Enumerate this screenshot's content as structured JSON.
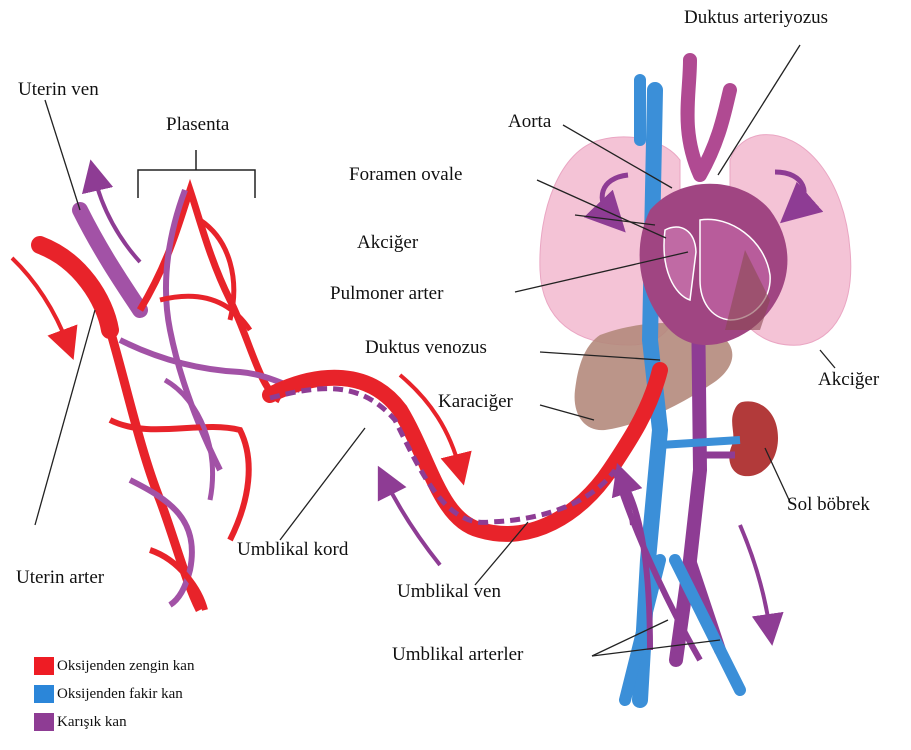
{
  "labels": {
    "duktus_arteriyozus": "Duktus arteriyozus",
    "uterin_ven": "Uterin ven",
    "plasenta": "Plasenta",
    "aorta": "Aorta",
    "foramen_ovale": "Foramen ovale",
    "akciger_left": "Akciğer",
    "pulmoner_arter": "Pulmoner arter",
    "duktus_venozus": "Duktus venozus",
    "karaciger": "Karaciğer",
    "akciger_right": "Akciğer",
    "sol_bobrek": "Sol böbrek",
    "umblikal_kord": "Umblikal kord",
    "uterin_arter": "Uterin arter",
    "umblikal_ven": "Umblikal ven",
    "umblikal_arterler": "Umblikal arterler"
  },
  "legend": [
    {
      "label": "Oksijenden zengin kan",
      "color": "#ee1c24"
    },
    {
      "label": "Oksijenden fakir kan",
      "color": "#2b86d9"
    },
    {
      "label": "Karışık kan",
      "color": "#8e3c94"
    }
  ],
  "colors": {
    "oxygen_rich": "#e8232a",
    "oxygen_poor": "#3b8fd8",
    "mixed": "#8e3c94",
    "lung": "#f2b8cf",
    "liver": "#b58a7c",
    "kidney": "#b23a3a",
    "heart": "#a24a86"
  }
}
